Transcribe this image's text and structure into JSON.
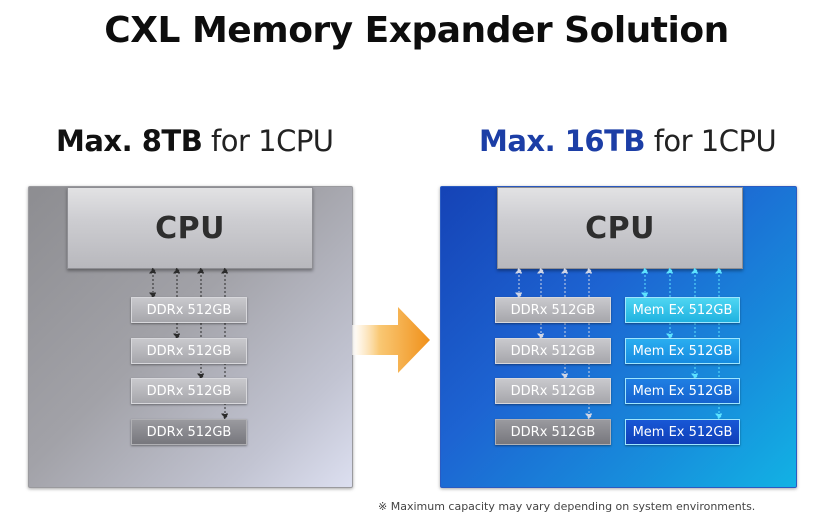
{
  "title": "CXL Memory Expander Solution",
  "left": {
    "heading_strong": "Max. 8TB",
    "heading_light": "for 1CPU",
    "cpu_label": "CPU",
    "modules": [
      "DDRx 512GB",
      "DDRx 512GB",
      "DDRx 512GB",
      "DDRx 512GB"
    ]
  },
  "right": {
    "heading_strong": "Max. 16TB",
    "heading_light": "for 1CPU",
    "cpu_label": "CPU",
    "ddr_modules": [
      "DDRx 512GB",
      "DDRx 512GB",
      "DDRx 512GB",
      "DDRx 512GB"
    ],
    "memex_modules": [
      "Mem Ex 512GB",
      "Mem Ex 512GB",
      "Mem Ex 512GB",
      "Mem Ex 512GB"
    ]
  },
  "footnote": "※ Maximum capacity may vary depending on system environments.",
  "colors": {
    "accent_blue": "#1c3ea6",
    "arrow_orange": "#f29a1e",
    "memex_cyan": "#4fd6f2"
  }
}
